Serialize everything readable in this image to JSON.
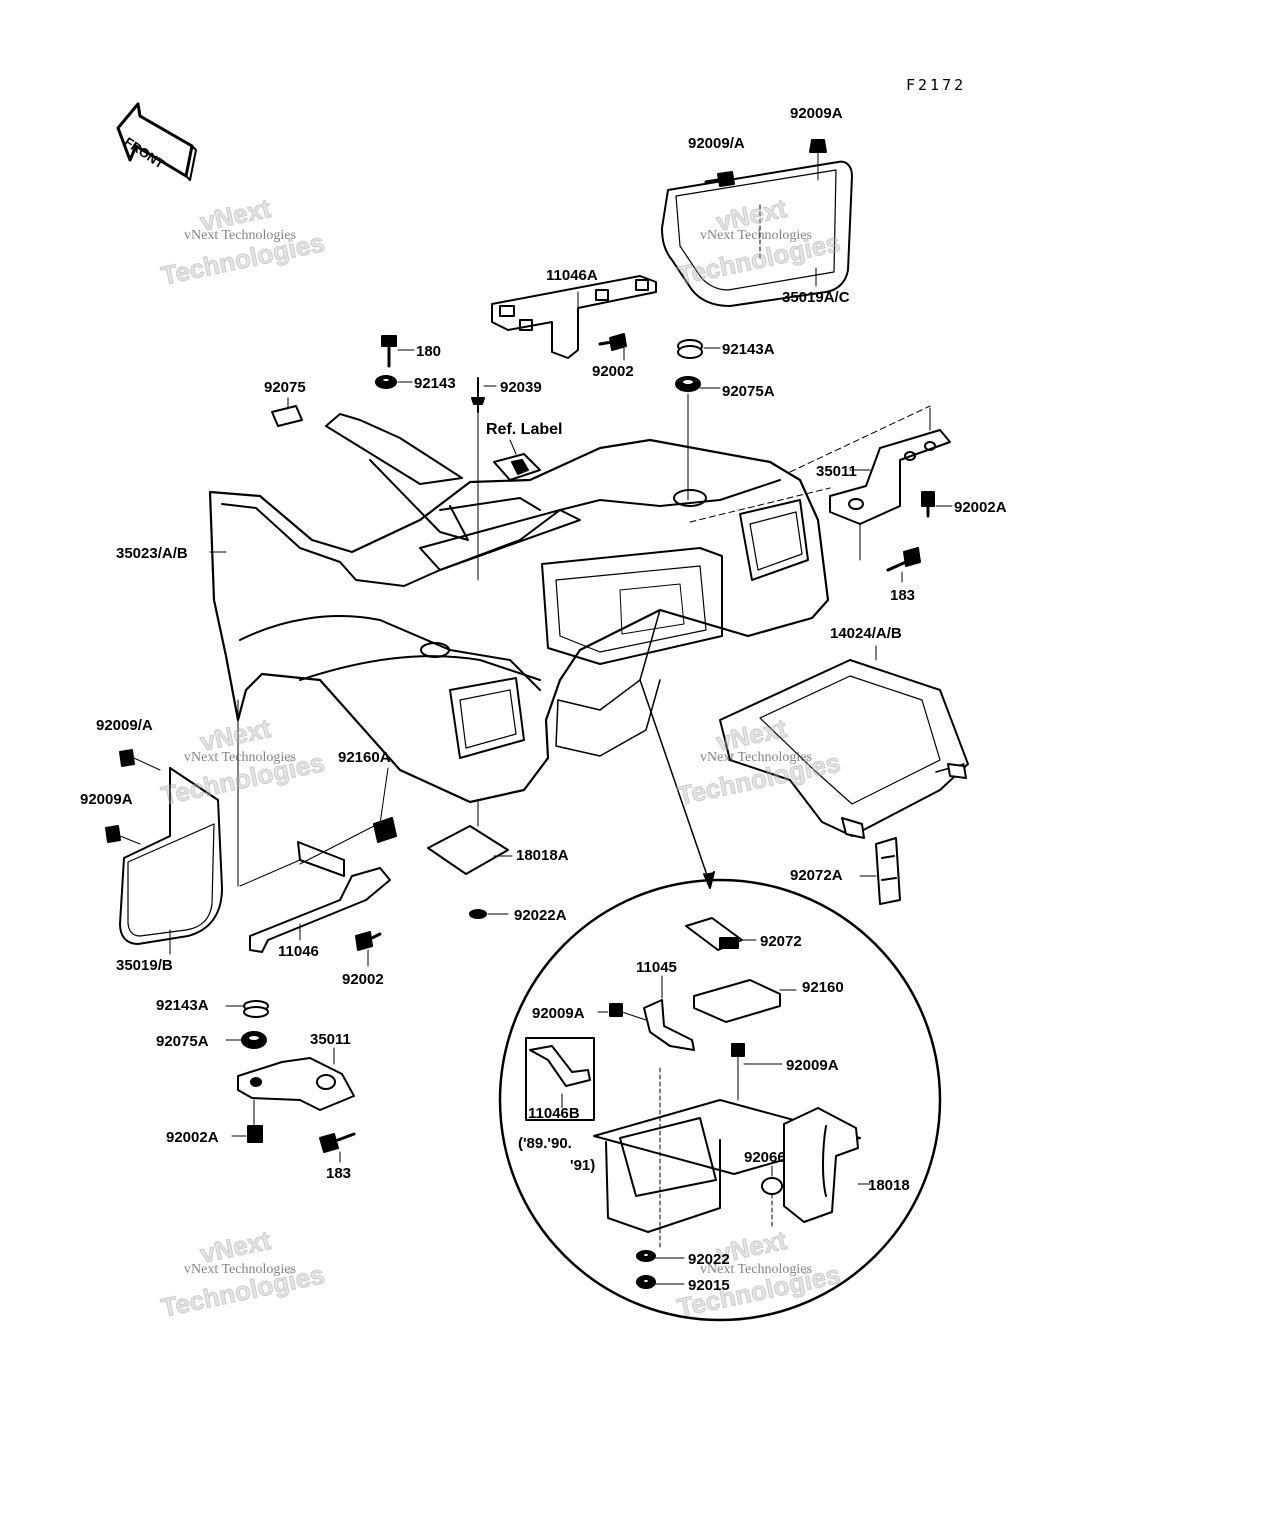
{
  "figure_id": "F2172",
  "front_label": "FRONT",
  "watermark": {
    "line1": "vNext",
    "line2": "vNext Technologies",
    "line3": "Technologies"
  },
  "inset_years": [
    "('89.'90.",
    "'91)"
  ],
  "labels": {
    "p92009A_top": "92009A",
    "p92009_A_top": "92009/A",
    "p35019A_C": "35019A/C",
    "p11046A": "11046A",
    "p92002_top": "92002",
    "p92143A_top": "92143A",
    "p92075A_top": "92075A",
    "p180": "180",
    "p92143": "92143",
    "p92039": "92039",
    "p92075": "92075",
    "ref_label": "Ref. Label",
    "p35011_right": "35011",
    "p92002A_right": "92002A",
    "p183_right": "183",
    "p35023": "35023/A/B",
    "p14024": "14024/A/B",
    "p92009_A_left": "92009/A",
    "p92009A_left": "92009A",
    "p92160A": "92160A",
    "p18018A": "18018A",
    "p92022A": "92022A",
    "p92072A": "92072A",
    "p35019_B": "35019/B",
    "p11046": "11046",
    "p92002_bottom": "92002",
    "p92143A_bottom": "92143A",
    "p92075A_bottom": "92075A",
    "p35011_bottom": "35011",
    "p92002A_bottom": "92002A",
    "p183_bottom": "183",
    "p92072": "92072",
    "p11045": "11045",
    "p92160": "92160",
    "p92009A_inset1": "92009A",
    "p92009A_inset2": "92009A",
    "p11046B": "11046B",
    "p92066": "92066",
    "p18018": "18018",
    "p92022": "92022",
    "p92015": "92015"
  }
}
